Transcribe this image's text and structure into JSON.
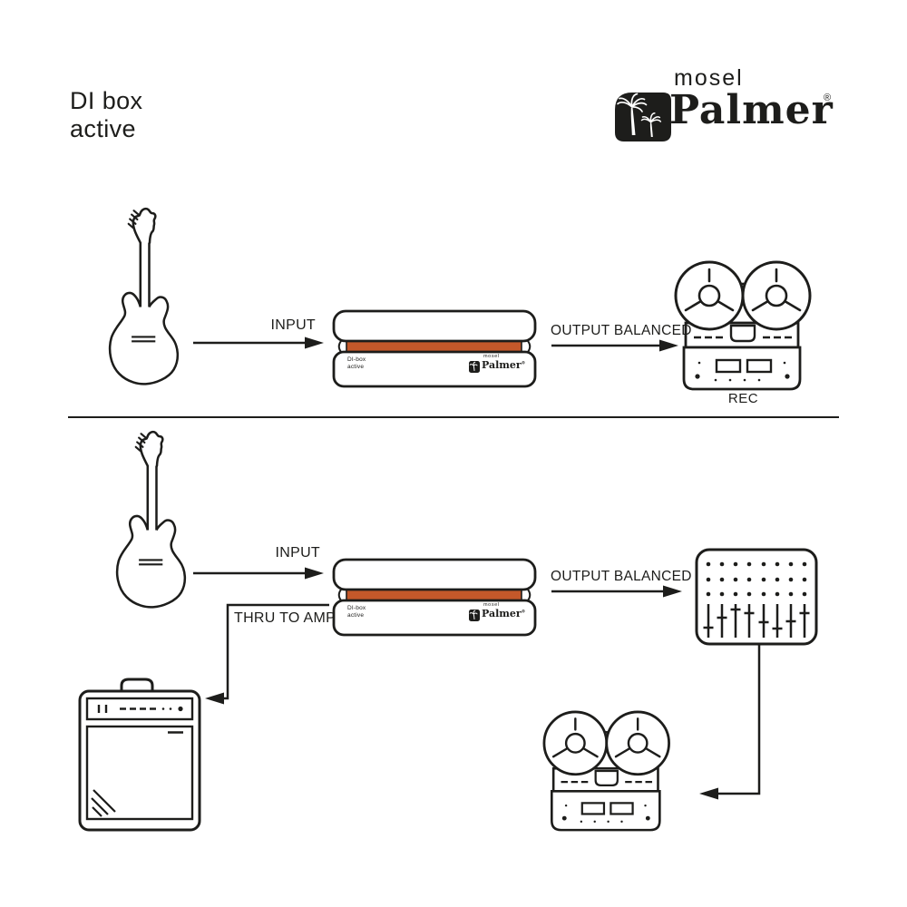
{
  "page": {
    "background": "#ffffff",
    "ink": "#1d1d1b",
    "accent_orange": "#c4582a"
  },
  "header": {
    "title_line1": "DI box",
    "title_line2": "active",
    "brand": {
      "mosel": "mosel",
      "name": "Palmer",
      "registered_mark": "®",
      "icon": "palm-trees-icon"
    }
  },
  "top_chain": {
    "source_icon": "electric-guitar-icon",
    "input_label": "INPUT",
    "di_box": {
      "label_line1": "DI-box",
      "label_line2": "active",
      "brand_mosel": "mosel",
      "brand_name": "Palmer",
      "registered_mark": "®"
    },
    "output_label": "OUTPUT BALANCED",
    "destination_icon": "tape-recorder-icon",
    "destination_label": "REC"
  },
  "bottom_chain": {
    "source_icon": "electric-guitar-icon",
    "input_label": "INPUT",
    "di_box": {
      "label_line1": "DI-box",
      "label_line2": "active",
      "brand_mosel": "mosel",
      "brand_name": "Palmer",
      "registered_mark": "®"
    },
    "thru_label": "THRU TO AMP",
    "thru_destination_icon": "guitar-amplifier-icon",
    "output_label": "OUTPUT BALANCED",
    "destination_icon": "mixing-console-icon",
    "final_destination_icon": "tape-recorder-icon"
  }
}
